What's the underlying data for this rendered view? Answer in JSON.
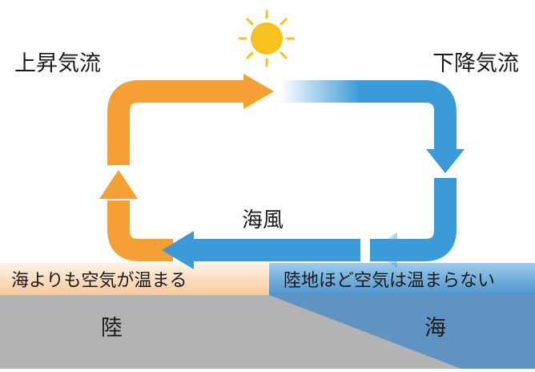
{
  "diagram": {
    "updraft_label": "上昇気流",
    "downdraft_label": "下降気流",
    "flow_label": "海風",
    "land_band_label": "海よりも空気が温まる",
    "sea_band_label": "陸地ほど空気は温まらない",
    "land_name": "陸",
    "sea_name": "海",
    "sun_icon": "sun-icon"
  },
  "colors": {
    "warm_arrow": "#F5A034",
    "cool_arrow": "#3C9AD8",
    "land_band": "#FCE3CC",
    "sea_band": "#62A4D6",
    "land_ground": "#B3B3B3",
    "sea_ground": "#5F93C2",
    "sun": "#F7C21F"
  }
}
